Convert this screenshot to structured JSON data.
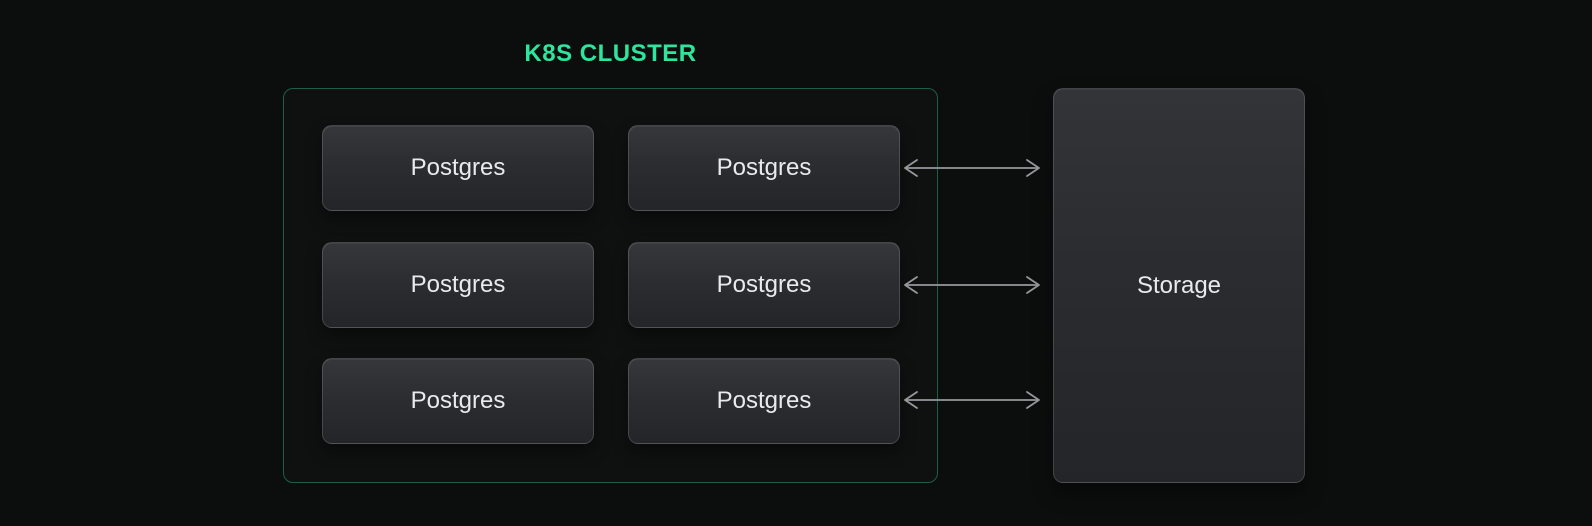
{
  "page": {
    "background_color": "#0c0d0d"
  },
  "cluster": {
    "title": "K8S CLUSTER",
    "accent_color": "#2ee59d",
    "border_color": "#1f5e46",
    "nodes": [
      "Postgres",
      "Postgres",
      "Postgres",
      "Postgres",
      "Postgres",
      "Postgres"
    ]
  },
  "storage": {
    "label": "Storage"
  },
  "connections": {
    "count": 3,
    "type": "bidirectional-arrow",
    "color": "#97989d",
    "connects": "Postgres column 2 to Storage"
  }
}
